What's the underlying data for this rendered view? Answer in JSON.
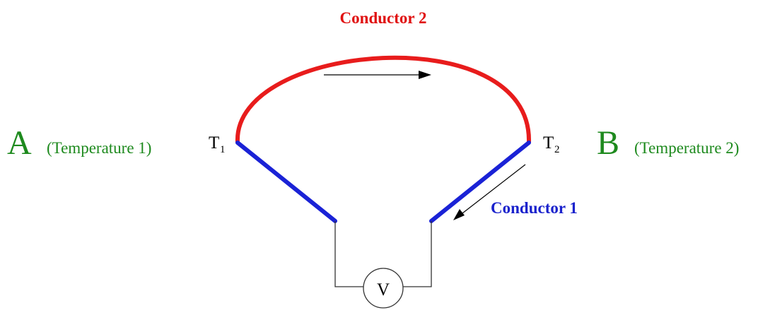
{
  "labels": {
    "conductor_2": "Conductor 2",
    "conductor_1": "Conductor 1",
    "junction_a": "A",
    "temperature_1": "(Temperature 1)",
    "junction_b": "B",
    "temperature_2": "(Temperature 2)",
    "t1_main": "T",
    "t1_sub": "1",
    "t2_main": "T",
    "t2_sub": "2",
    "voltmeter": "V"
  },
  "colors": {
    "conductor_2": "#e81c1c",
    "conductor_1": "#1a22d6",
    "junction_labels": "#1e8a1e",
    "wire": "#333333"
  }
}
